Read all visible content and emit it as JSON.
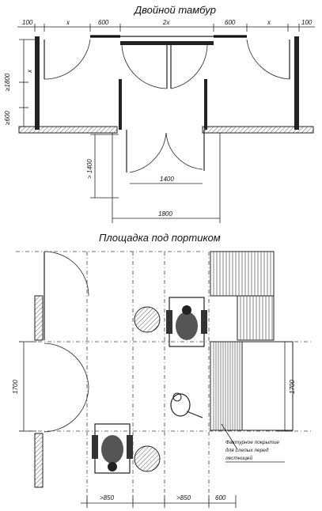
{
  "title_top": "Двойной тамбур",
  "title_bottom": "Площадка под портиком",
  "top_dims": {
    "d100_left": "100",
    "dx_left": "x",
    "d600_left": "600",
    "d2x": "2x",
    "d600_right": "600",
    "dx_right": "x",
    "d100_right": "100",
    "v1800": "≥1800",
    "vx": "x",
    "v600": "≥600",
    "v1400": "> 1400",
    "h1400": "1400",
    "h1800": "1800"
  },
  "bottom_dims": {
    "v1700_left": "1700",
    "v1700_right": "1700",
    "b850_left": ">850",
    "b850_right": ">850",
    "b600": "600"
  },
  "note": {
    "line1": "Фактурное покрытие",
    "line2": "для слепых перед",
    "line3": "лестницей"
  }
}
